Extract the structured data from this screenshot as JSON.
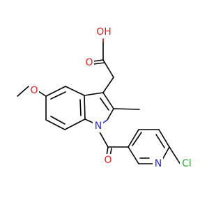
{
  "molecule": {
    "colors": {
      "carbon_bond": "#000000",
      "oxygen": "#e8201e",
      "nitrogen": "#2b2bd8",
      "chlorine": "#2ea52e",
      "background": "#ffffff"
    },
    "labels": {
      "hydroxyl": "OH",
      "carbonyl_oxygen_acid": "O",
      "methoxy_oxygen": "O",
      "indole_nitrogen": "N",
      "amide_oxygen": "O",
      "pyridine_nitrogen": "N",
      "chlorine": "Cl"
    }
  }
}
